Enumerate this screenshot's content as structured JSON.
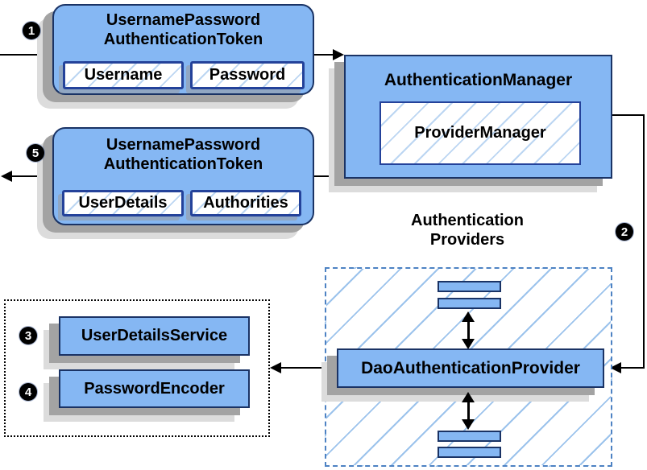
{
  "badges": {
    "one": "1",
    "two": "2",
    "three": "3",
    "four": "4",
    "five": "5"
  },
  "request_token": {
    "title_line1": "UsernamePassword",
    "title_line2": "AuthenticationToken",
    "field_username": "Username",
    "field_password": "Password"
  },
  "authentication_manager": {
    "title": "AuthenticationManager",
    "provider_manager": "ProviderManager"
  },
  "response_token": {
    "title_line1": "UsernamePassword",
    "title_line2": "AuthenticationToken",
    "field_userdetails": "UserDetails",
    "field_authorities": "Authorities"
  },
  "authentication_providers": {
    "label_line1": "Authentication",
    "label_line2": "Providers",
    "dao_provider": "DaoAuthenticationProvider"
  },
  "services": {
    "user_details_service": "UserDetailsService",
    "password_encoder": "PasswordEncoder"
  },
  "colors": {
    "box_fill": "#85b7f3",
    "box_border": "#1a3365",
    "subbox_border": "#24429a",
    "hatch_small": "#bcd6f2",
    "hatch_big": "#9cc3ec",
    "dashed_border": "#4d82c3",
    "shadow_dark": "#a3a3a3",
    "shadow_light": "#dcdcdc",
    "line": "#000000",
    "badge_bg": "#000000",
    "badge_text": "#ffffff"
  }
}
